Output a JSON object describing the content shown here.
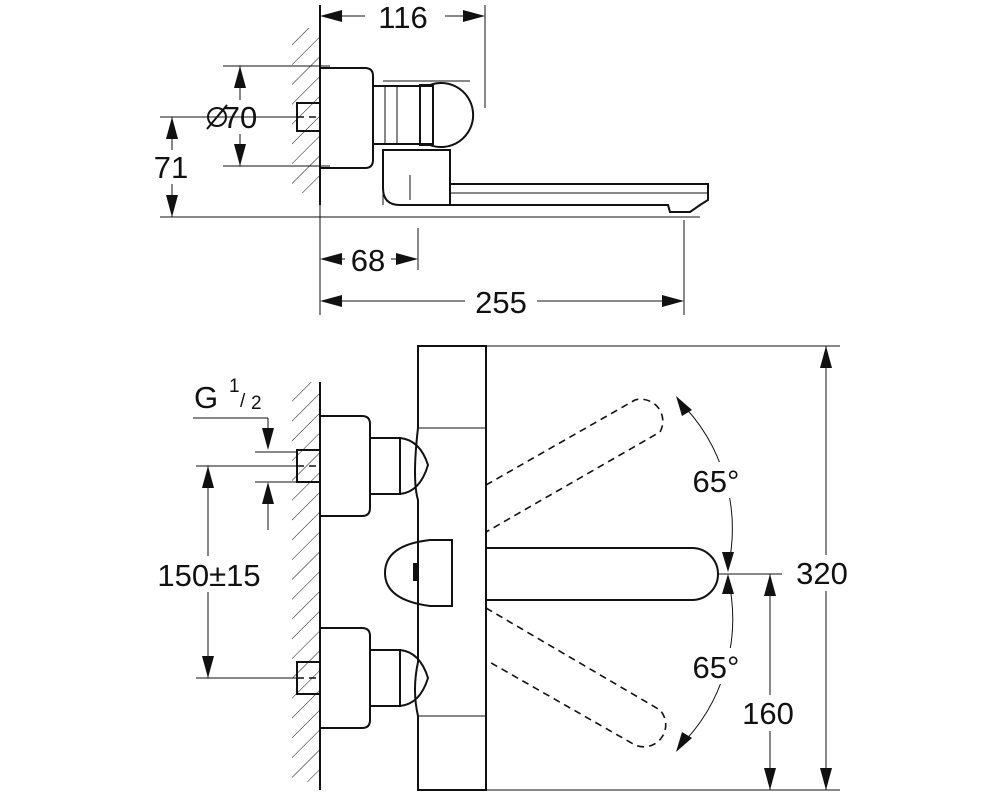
{
  "dimensions": {
    "top_view": {
      "width_116": "116",
      "diameter_70": "70",
      "height_71": "71",
      "depth_68": "68",
      "length_255": "255"
    },
    "front_view": {
      "thread_g": "G",
      "thread_num": "1",
      "thread_den": "2",
      "spacing": "150±15",
      "angle_upper": "65°",
      "angle_lower": "65°",
      "height_320": "320",
      "height_160": "160"
    }
  }
}
